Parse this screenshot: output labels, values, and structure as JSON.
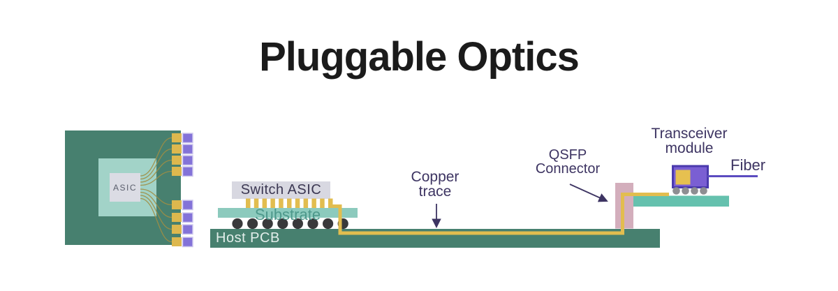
{
  "title": "Pluggable Optics",
  "colors": {
    "board_dark_teal": "#47806f",
    "inner_teal": "#a2d3c8",
    "substrate_teal": "#8ccabd",
    "module_board_teal": "#65c1ae",
    "asic_gray": "#dbdce4",
    "copper_gold": "#e2bd4f",
    "bond_trace_olive": "#a08e44",
    "pad_purple": "#8372d8",
    "qsfp_pink": "#d3aebc",
    "transceiver_purple": "#7a5fd3",
    "fiber_purple": "#5b4bc0",
    "solder_ball_dark": "#39393b",
    "module_ball_gray": "#8e8e92",
    "label_indigo": "#3d3462",
    "title_black": "#1b1b1b"
  },
  "chip_diagram": {
    "asic_label": "ASIC"
  },
  "side_view": {
    "switch_asic_label": "Switch ASIC",
    "substrate_label": "Substrate",
    "host_pcb_label": "Host PCB"
  },
  "annotations": {
    "copper_trace_line1": "Copper",
    "copper_trace_line2": "trace",
    "qsfp_line1": "QSFP",
    "qsfp_line2": "Connector",
    "transceiver_line1": "Transceiver",
    "transceiver_line2": "module",
    "fiber": "Fiber"
  }
}
